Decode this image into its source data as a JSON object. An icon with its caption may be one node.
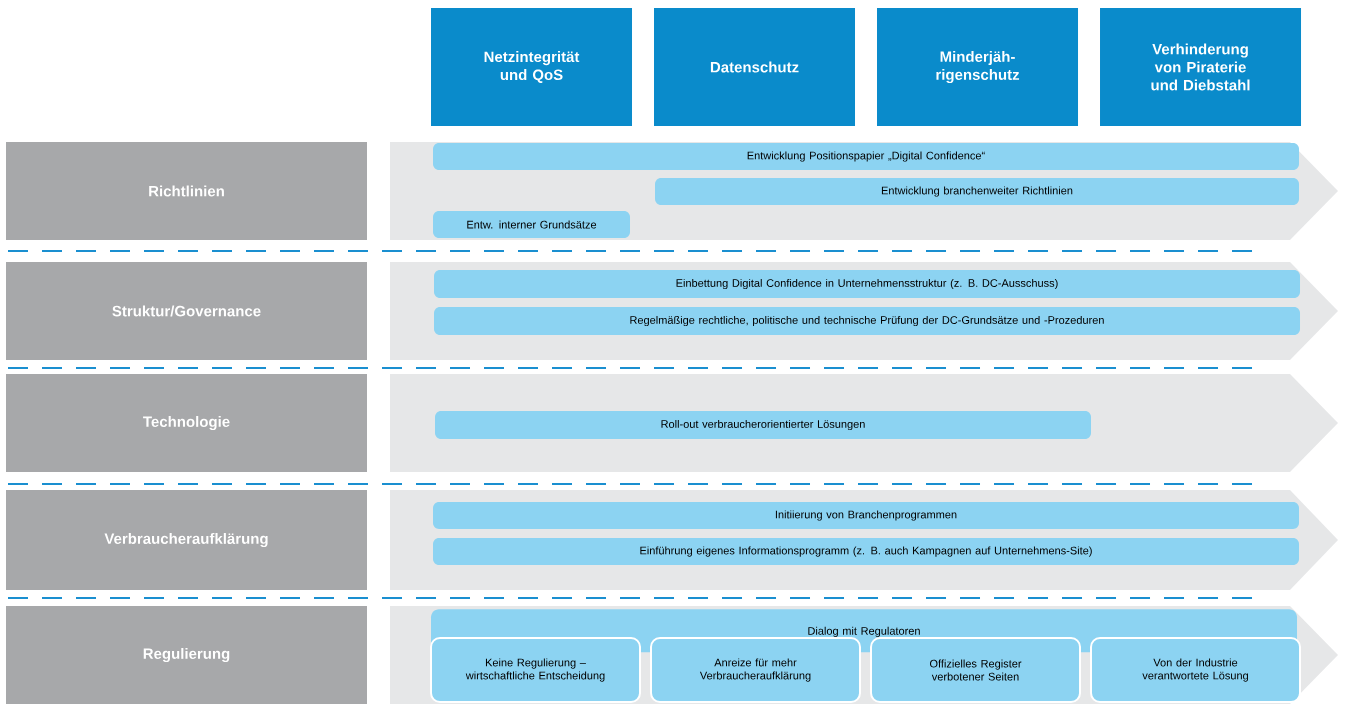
{
  "diagram": {
    "nodes": [
      {
        "text": [
          "Netzintegrität und QoS"
        ]
      },
      {
        "text": [
          "Datenschutz"
        ]
      },
      {
        "text": [
          "Minderjäh- rigenschutz"
        ]
      },
      {
        "text": [
          "Verhinderung von Piraterie und Diebstahl"
        ]
      },
      {
        "text": [
          "Richtlinien"
        ]
      },
      {
        "text": [
          "Entwicklung Positionspapier „Digital Confidence“"
        ]
      },
      {
        "text": [
          "Entwicklung branchenweiter Richtlinien"
        ]
      },
      {
        "text": [
          "Entw. interner Grundsätze"
        ]
      },
      {
        "text": [
          "Struktur/Governance"
        ]
      },
      {
        "text": [
          "Einbettung Digital Confidence in Unternehmensstruktur (z. B. DC-Ausschuss)"
        ]
      },
      {
        "text": [
          "Regelmäßige rechtliche, politische und technische Prüfung der DC-Grundsätze und -Prozeduren"
        ]
      },
      {
        "text": [
          "Technologie"
        ]
      },
      {
        "text": [
          "Roll-out verbraucherorientierter Lösungen"
        ]
      },
      {
        "text": [
          "Verbraucheraufklärung"
        ]
      },
      {
        "text": [
          "Initiierung von Branchenprogrammen"
        ]
      },
      {
        "text": [
          "Einführung eigenes Informationsprogramm (z. B. auch Kampagnen auf Unternehmens-Site)"
        ]
      },
      {
        "text": [
          "Regulierung"
        ]
      },
      {
        "text": [
          "Dialog mit Regulatoren"
        ]
      },
      {
        "text": [
          "Keine Regulierung – wirtschaftliche Entscheidung"
        ]
      },
      {
        "text": [
          "Anreize für mehr Verbraucheraufklärung"
        ]
      },
      {
        "text": [
          "Offizielles Register verbotener Seiten"
        ]
      },
      {
        "text": [
          "Von der Industrie verantwortete Lösung"
        ]
      }
    ]
  }
}
